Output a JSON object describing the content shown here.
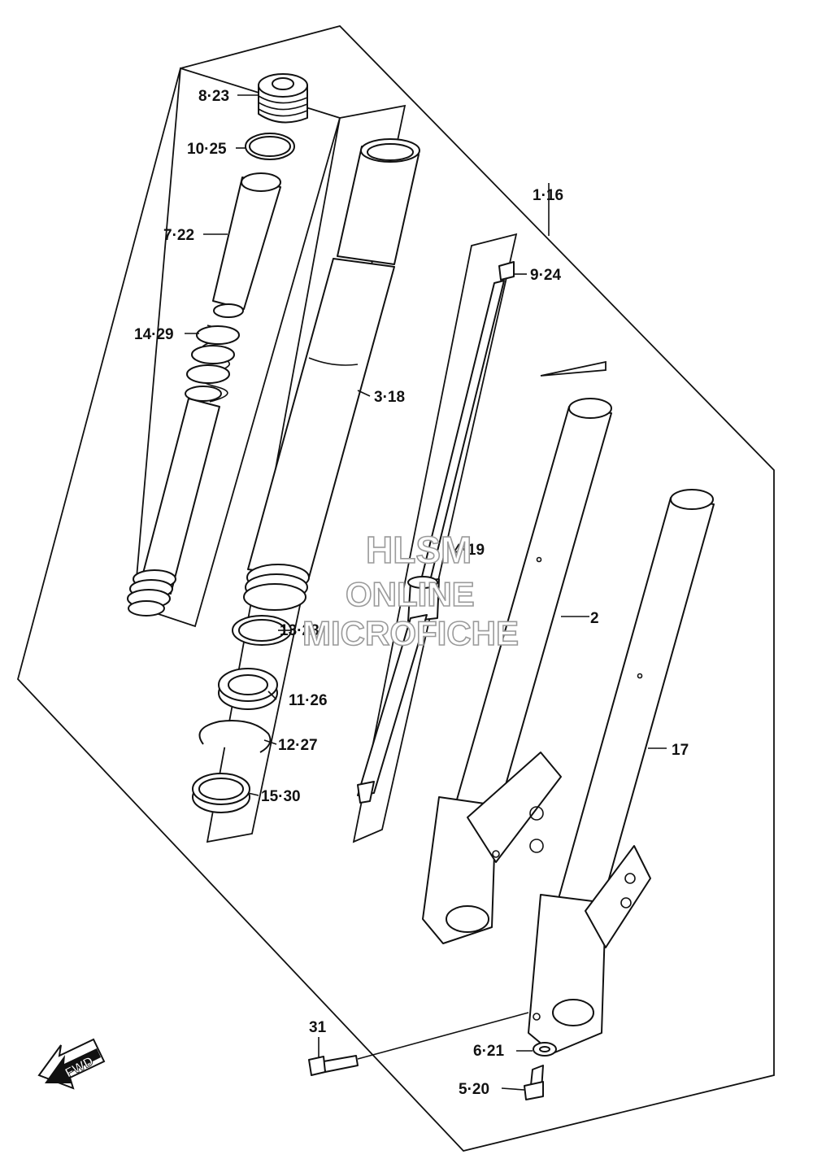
{
  "callouts": {
    "c_8_23": "8·23",
    "c_10_25": "10·25",
    "c_7_22": "7·22",
    "c_14_29": "14·29",
    "c_3_18": "3·18",
    "c_1_16": "1·16",
    "c_9_24": "9·24",
    "c_4_19": "4·19",
    "c_2": "2",
    "c_13_28": "13·28",
    "c_11_26": "11·26",
    "c_12_27": "12·27",
    "c_15_30": "15·30",
    "c_17": "17",
    "c_31": "31",
    "c_6_21": "6·21",
    "c_5_20": "5·20"
  },
  "watermark": {
    "line1": "HLSM",
    "line2": "ONLINE",
    "line3": "MICROFICHE"
  },
  "fwd_label": "FWD"
}
